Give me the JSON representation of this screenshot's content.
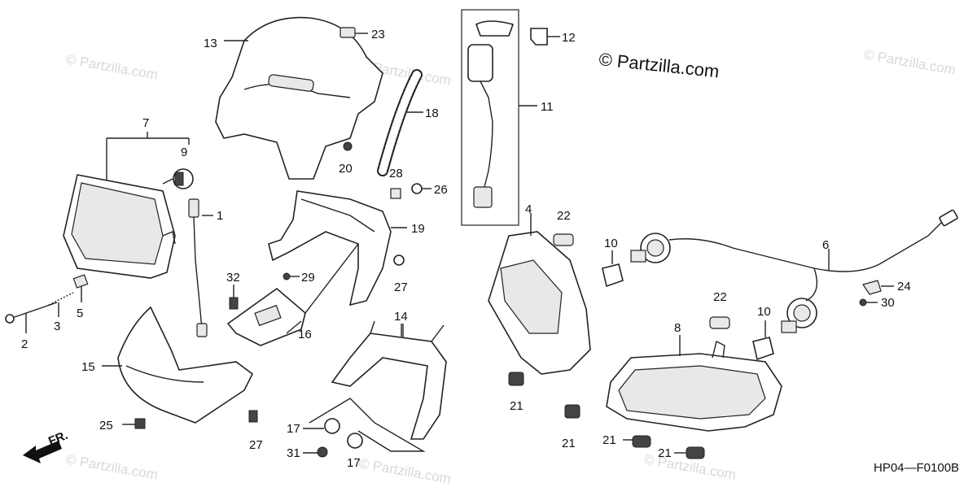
{
  "copyright": "© Partzilla.com",
  "watermark": "© Partzilla.com",
  "diagram_code": "HP04—F0100B",
  "front_label": "FR.",
  "callouts": [
    "1",
    "2",
    "3",
    "5",
    "7",
    "9",
    "13",
    "23",
    "18",
    "20",
    "28",
    "26",
    "19",
    "29",
    "27",
    "32",
    "16",
    "15",
    "25",
    "27",
    "14",
    "17",
    "31",
    "17",
    "11",
    "12",
    "4",
    "22",
    "10",
    "8",
    "21",
    "21",
    "21",
    "21",
    "22",
    "10",
    "6",
    "24",
    "30"
  ]
}
